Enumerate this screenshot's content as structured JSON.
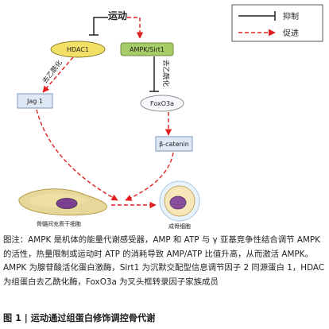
{
  "diagram": {
    "top_label": "运动",
    "legend": {
      "inhibit": "抑制",
      "promote": "促进"
    },
    "nodes": {
      "hdac1": "HDAC1",
      "ampk_sirt1": "AMPK/Sirt1",
      "jag1": "Jag 1",
      "foxo3a": "FoxO3a",
      "beta_catenin": "β-catenin",
      "msc": "骨髓间充质干细胞",
      "osteoblast": "成骨细胞"
    },
    "edges": {
      "deacetylation_left": "去乙酰化",
      "deacetylation_right": "去乙酰化"
    },
    "colors": {
      "promote": "#e02020",
      "inhibit": "#222222",
      "hdac1_fill": "#f2e067",
      "ampk_fill": "#a6cc68",
      "box_fill": "#dfe9f6",
      "box_stroke": "#7e97bb"
    }
  },
  "caption": "图注：AMPK 是机体的能量代谢感受器，AMP 和 ATP 与 γ 亚基竞争性结合调节 AMPK 的活性，热量限制或运动时 ATP 的消耗导致 AMP/ATP 比值升高，从而激活 AMPK。AMPK 为腺苷酸活化蛋白激酶，Sirt1 为沉默交配型信息调节因子 2 同源蛋白 1，HDAC 为组蛋白去乙酰化酶，FoxO3a 为叉头框转录因子家族成员",
  "figure_title": "图 1  |  运动通过组蛋白修饰调控骨代谢"
}
